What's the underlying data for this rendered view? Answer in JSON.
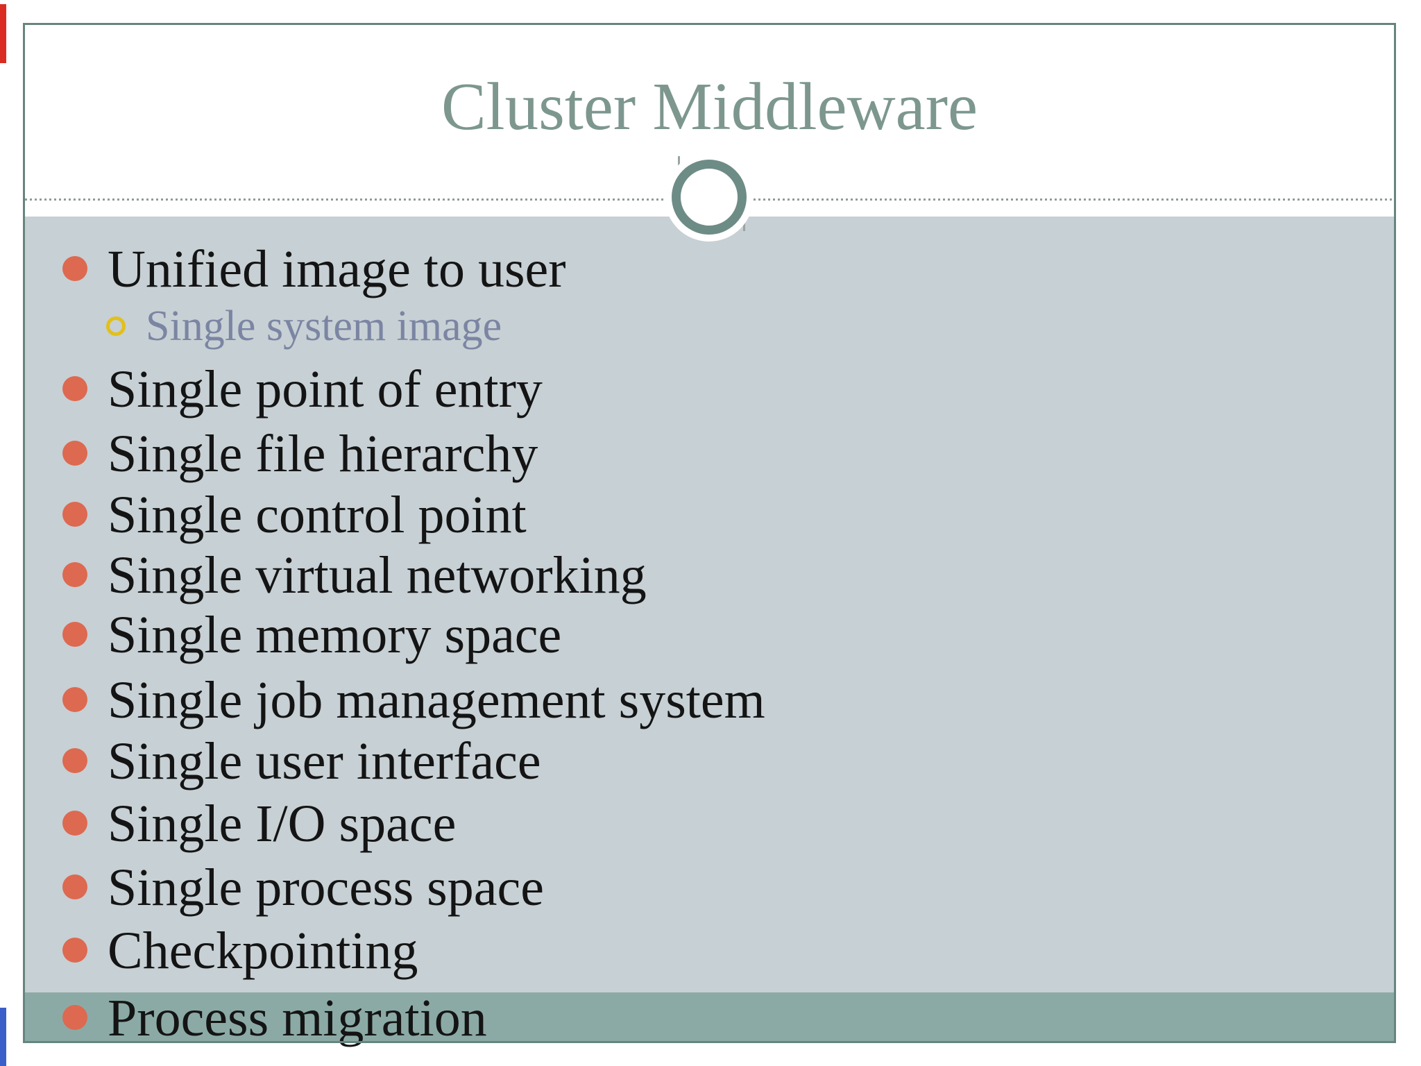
{
  "slide": {
    "title": "Cluster Middleware",
    "list": [
      {
        "label": "Unified image to user",
        "level": 1,
        "highlighted": false
      },
      {
        "label": "Single system image",
        "level": 2,
        "highlighted": false
      },
      {
        "label": "Single point of entry",
        "level": 1,
        "highlighted": false
      },
      {
        "label": "Single file hierarchy",
        "level": 1,
        "highlighted": false
      },
      {
        "label": "Single control point",
        "level": 1,
        "highlighted": false
      },
      {
        "label": "Single virtual networking",
        "level": 1,
        "highlighted": false
      },
      {
        "label": "Single memory space",
        "level": 1,
        "highlighted": false
      },
      {
        "label": "Single job management system",
        "level": 1,
        "highlighted": false
      },
      {
        "label": "Single user interface",
        "level": 1,
        "highlighted": false
      },
      {
        "label": "Single I/O space",
        "level": 1,
        "highlighted": false
      },
      {
        "label": "Single process space",
        "level": 1,
        "highlighted": false
      },
      {
        "label": "Checkpointing",
        "level": 1,
        "highlighted": false
      },
      {
        "label": "Process migration",
        "level": 1,
        "highlighted": true
      }
    ],
    "colors": {
      "border_teal": "#66857e",
      "title_teal": "#7d978f",
      "content_background": "#c7d0d4",
      "highlight_band": "#8caaa5",
      "bullet_orange": "#dd6950",
      "sub_bullet_yellow": "#e2c019",
      "sub_text_slate": "#7b85a3",
      "body_text": "#141414"
    }
  }
}
